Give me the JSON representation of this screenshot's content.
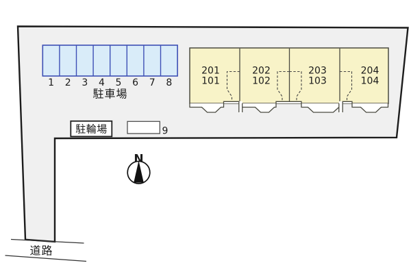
{
  "site_plan": {
    "parking": {
      "label": "駐車場",
      "numbers": [
        "1",
        "2",
        "3",
        "4",
        "5",
        "6",
        "7",
        "8"
      ]
    },
    "bicycle_parking_label": "駐輪場",
    "extra_space_number": "9",
    "building": {
      "units": [
        {
          "upper": "201",
          "lower": "101"
        },
        {
          "upper": "202",
          "lower": "102"
        },
        {
          "upper": "203",
          "lower": "103"
        },
        {
          "upper": "204",
          "lower": "104"
        }
      ]
    },
    "road_label": "道路",
    "compass_label": "N",
    "colors": {
      "site_fill": "#f0f0f0",
      "outline": "#1c1c1c",
      "parking_fill": "#d9ecf9",
      "parking_border": "#3d4fb5",
      "building_fill": "#f8f3c8",
      "building_border": "#4a4a40"
    }
  }
}
